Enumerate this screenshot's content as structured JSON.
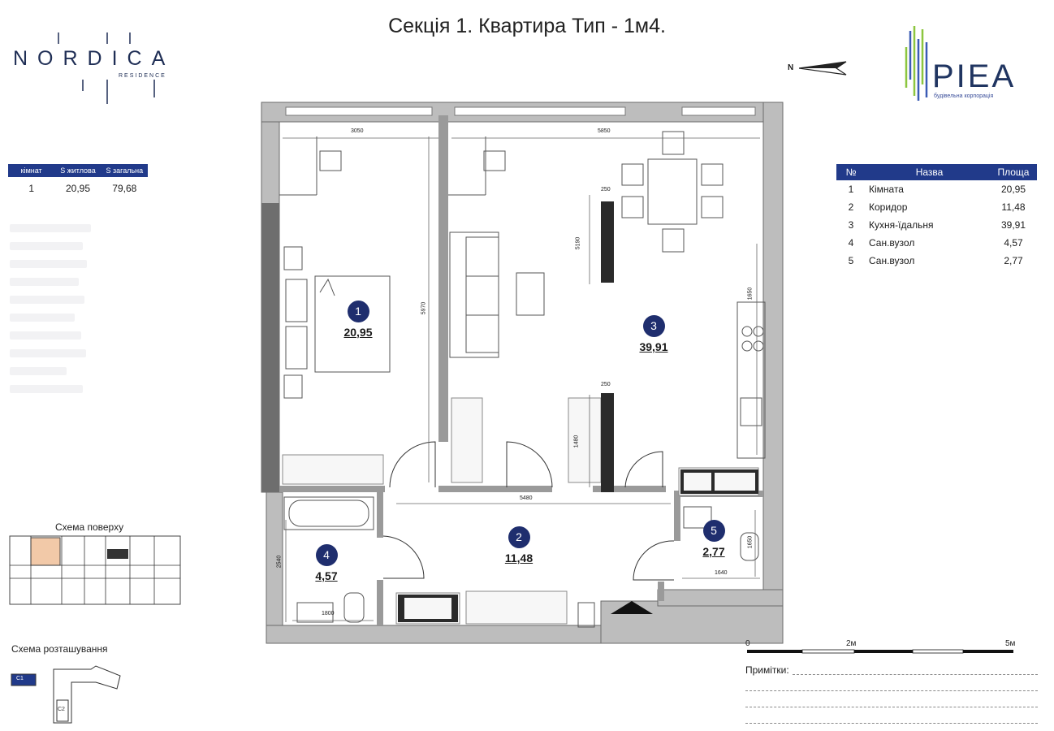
{
  "title": "Секція 1. Квартира Тип - 1м4.",
  "brand": {
    "nordica_letters": "NORDICA",
    "nordica_sub": "RESIDENCE",
    "piea_name": "PIEA",
    "piea_tagline": "будівельна корпорація",
    "accent_color": "#213a8a",
    "green_color": "#8cc63f"
  },
  "compass": {
    "label": "N"
  },
  "stats_table": {
    "headers": [
      "кімнат",
      "S житлова",
      "S загальна"
    ],
    "row": [
      "1",
      "20,95",
      "79,68"
    ]
  },
  "rooms_table": {
    "headers": [
      "№",
      "Назва",
      "Площа"
    ],
    "rows": [
      [
        "1",
        "Кімната",
        "20,95"
      ],
      [
        "2",
        "Коридор",
        "11,48"
      ],
      [
        "3",
        "Кухня-їдальня",
        "39,91"
      ],
      [
        "4",
        "Сан.вузол",
        "4,57"
      ],
      [
        "5",
        "Сан.вузол",
        "2,77"
      ]
    ]
  },
  "plan": {
    "rooms": [
      {
        "num": "1",
        "area": "20,95"
      },
      {
        "num": "2",
        "area": "11,48"
      },
      {
        "num": "3",
        "area": "39,91"
      },
      {
        "num": "4",
        "area": "4,57"
      },
      {
        "num": "5",
        "area": "2,77"
      }
    ],
    "dimensions": [
      "3050",
      "5850",
      "5970",
      "5480",
      "1480",
      "250",
      "250",
      "5190",
      "2540",
      "1800",
      "1640",
      "1650",
      "1650"
    ]
  },
  "floor_scheme": {
    "caption": "Схема поверху"
  },
  "location_scheme": {
    "caption": "Схема розташування",
    "badge_c1": "C1",
    "badge_c2": "C2"
  },
  "scale": {
    "labels": [
      "0",
      "2м",
      "5м"
    ]
  },
  "notes": {
    "label": "Примітки:"
  }
}
